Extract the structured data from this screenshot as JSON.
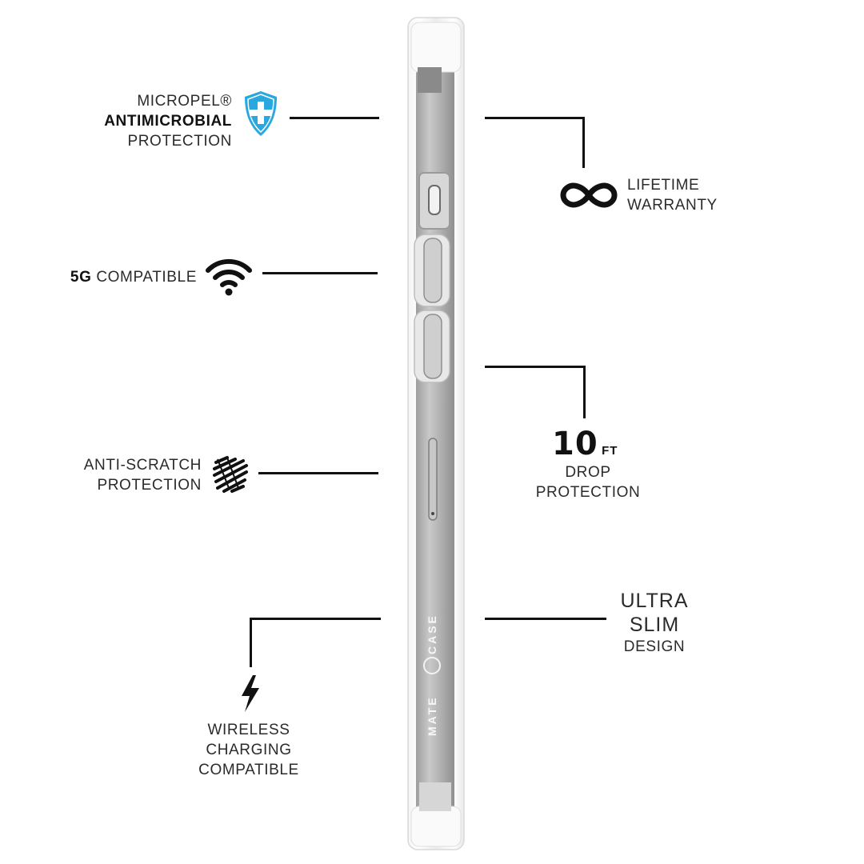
{
  "colors": {
    "background": "#ffffff",
    "line": "#111111",
    "shield_blue": "#29a8e0",
    "phone_silver": "#b8b8b8"
  },
  "features": {
    "antimicrobial": {
      "line1": "MICROPEL®",
      "line2": "ANTIMICROBIAL",
      "line3": "PROTECTION",
      "icon": "shield-plus-icon"
    },
    "lifetime_warranty": {
      "line1": "LIFETIME",
      "line2": "WARRANTY",
      "icon": "infinity-icon"
    },
    "five_g": {
      "bold": "5G",
      "text": "COMPATIBLE",
      "icon": "wifi-signal-icon"
    },
    "drop_protection": {
      "number": "10",
      "unit": "FT",
      "line1": "DROP",
      "line2": "PROTECTION"
    },
    "anti_scratch": {
      "line1": "ANTI-SCRATCH",
      "line2": "PROTECTION",
      "icon": "scratch-icon"
    },
    "ultra_slim": {
      "line1": "ULTRA",
      "line2": "SLIM",
      "line3": "DESIGN"
    },
    "wireless_charging": {
      "line1": "WIRELESS",
      "line2": "CHARGING",
      "line3": "COMPATIBLE",
      "icon": "lightning-bolt-icon"
    }
  },
  "brand": {
    "word1": "CASE",
    "word2": "MATE"
  }
}
